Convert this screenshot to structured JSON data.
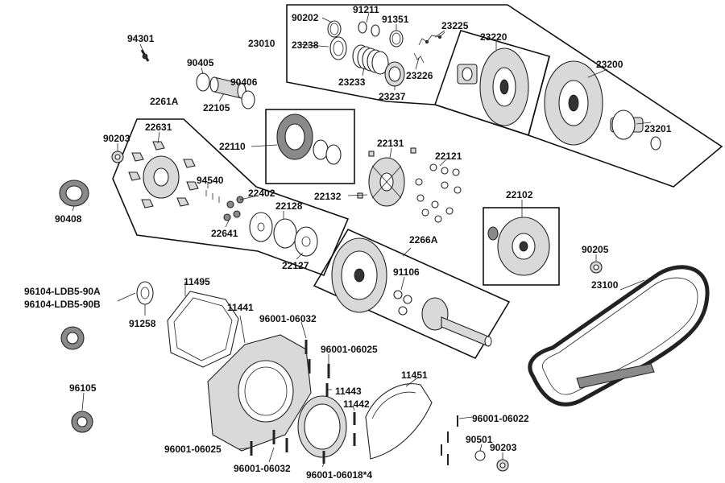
{
  "labels": {
    "l90202": "90202",
    "l91211": "91211",
    "l91351": "91351",
    "l23225": "23225",
    "l23010": "23010",
    "l23238": "23238",
    "l23220": "23220",
    "l23226": "23226",
    "l23233": "23233",
    "l23237": "23237",
    "l23200": "23200",
    "l23201": "23201",
    "l94301": "94301",
    "l90405": "90405",
    "l90406": "90406",
    "l22105": "22105",
    "l2261A": "2261A",
    "l22631": "22631",
    "l90203a": "90203",
    "l22110": "22110",
    "l22131": "22131",
    "l22121": "22121",
    "l22132": "22132",
    "l94540": "94540",
    "l22402": "22402",
    "l22128": "22128",
    "l22641": "22641",
    "l22127": "22127",
    "l90408": "90408",
    "l22102": "22102",
    "l90205": "90205",
    "l2266A": "2266A",
    "l91106": "91106",
    "l23100": "23100",
    "l96104a": "96104-LDB5-90A",
    "l96104b": "96104-LDB5-90B",
    "l91258": "91258",
    "l11495": "11495",
    "l11441": "11441",
    "l96001_06032a": "96001-06032",
    "l96001_06025a": "96001-06025",
    "l11443": "11443",
    "l11442": "11442",
    "l11451": "11451",
    "l96105": "96105",
    "l96001_06022": "96001-06022",
    "l90501": "90501",
    "l90203b": "90203",
    "l96001_06025b": "96001-06025",
    "l96001_06032b": "96001-06032",
    "l96001_06018": "96001-06018*4"
  }
}
